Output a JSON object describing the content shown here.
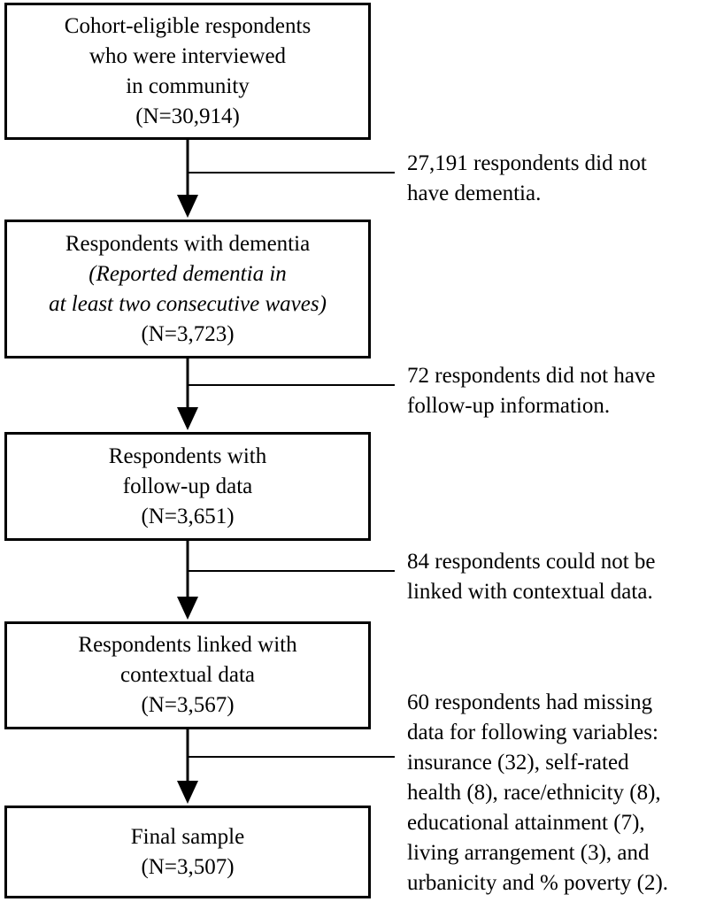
{
  "boxes": [
    {
      "id": "cohort",
      "lines": [
        "Cohort-eligible respondents",
        "who were interviewed",
        "in community",
        "(N=30,914)"
      ],
      "italic_lines": []
    },
    {
      "id": "dementia",
      "lines": [
        "Respondents with dementia",
        "(Reported dementia in",
        "at least two consecutive waves)",
        "(N=3,723)"
      ],
      "italic_lines": [
        1,
        2
      ]
    },
    {
      "id": "followup",
      "lines": [
        "Respondents with",
        "follow-up data",
        "(N=3,651)"
      ],
      "italic_lines": []
    },
    {
      "id": "linked",
      "lines": [
        "Respondents linked with",
        "contextual data",
        "(N=3,567)"
      ],
      "italic_lines": []
    },
    {
      "id": "final",
      "lines": [
        "Final sample",
        "(N=3,507)"
      ],
      "italic_lines": []
    }
  ],
  "exclusions": [
    {
      "id": "no-dementia",
      "lines": [
        "27,191 respondents did not",
        "have dementia."
      ]
    },
    {
      "id": "no-followup",
      "lines": [
        "72 respondents did not have",
        "follow-up information."
      ]
    },
    {
      "id": "not-linked",
      "lines": [
        "84 respondents could not be",
        "linked with contextual data."
      ]
    },
    {
      "id": "missing-data",
      "lines": [
        "60 respondents had missing",
        "data for following variables:",
        "insurance (32), self-rated",
        "health (8), race/ethnicity (8),",
        "educational attainment (7),",
        "living arrangement (3), and",
        "urbanicity and % poverty (2)."
      ]
    }
  ]
}
